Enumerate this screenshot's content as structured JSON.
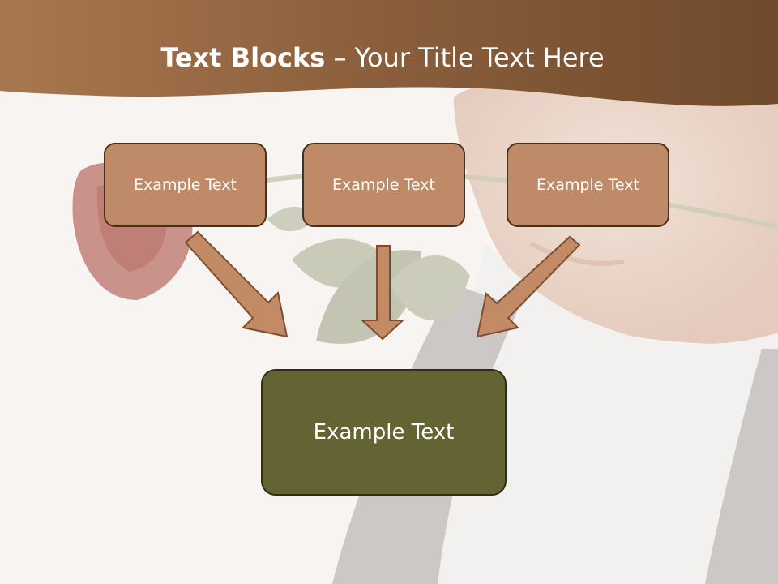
{
  "slide": {
    "title_bold": "Text Blocks",
    "title_sep": "–",
    "title_rest": "Your Title Text Here"
  },
  "blocks": {
    "left": "Example Text",
    "center": "Example Text",
    "right": "Example Text",
    "bottom": "Example Text"
  },
  "colors": {
    "banner": "#8a5a36",
    "block_fill": "#bf8a68",
    "block_border": "#4a2f1a",
    "bottom_fill": "#636333",
    "arrow_fill": "#c28b66",
    "arrow_stroke": "#7a4e2e"
  },
  "icons": {
    "background": "rose-photo-background",
    "arrow": "down-arrow-icon"
  }
}
